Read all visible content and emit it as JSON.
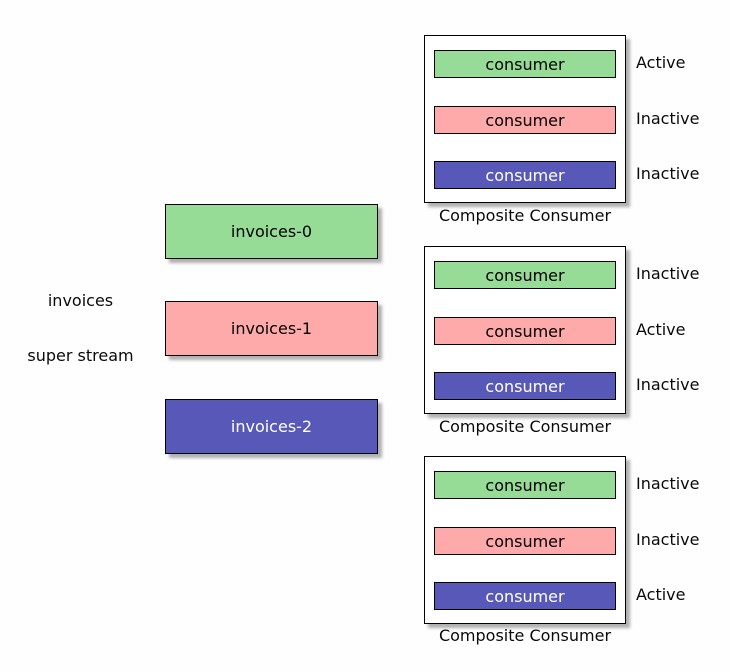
{
  "colors": {
    "partition_green": "#96DC96",
    "partition_pink": "#FFAAAA",
    "partition_blue": "#5858B8",
    "box_border": "#000000",
    "text_on_blue": "#FFFFFF"
  },
  "stream": {
    "name": "invoices",
    "type": "super stream"
  },
  "partitions": [
    {
      "name": "invoices-0",
      "color": "green"
    },
    {
      "name": "invoices-1",
      "color": "pink"
    },
    {
      "name": "invoices-2",
      "color": "blue"
    }
  ],
  "composites": [
    {
      "caption": "Composite Consumer",
      "consumers": [
        {
          "label": "consumer",
          "color": "green",
          "status": "Active"
        },
        {
          "label": "consumer",
          "color": "pink",
          "status": "Inactive"
        },
        {
          "label": "consumer",
          "color": "blue",
          "status": "Inactive"
        }
      ]
    },
    {
      "caption": "Composite Consumer",
      "consumers": [
        {
          "label": "consumer",
          "color": "green",
          "status": "Inactive"
        },
        {
          "label": "consumer",
          "color": "pink",
          "status": "Active"
        },
        {
          "label": "consumer",
          "color": "blue",
          "status": "Inactive"
        }
      ]
    },
    {
      "caption": "Composite Consumer",
      "consumers": [
        {
          "label": "consumer",
          "color": "green",
          "status": "Inactive"
        },
        {
          "label": "consumer",
          "color": "pink",
          "status": "Inactive"
        },
        {
          "label": "consumer",
          "color": "blue",
          "status": "Active"
        }
      ]
    }
  ]
}
